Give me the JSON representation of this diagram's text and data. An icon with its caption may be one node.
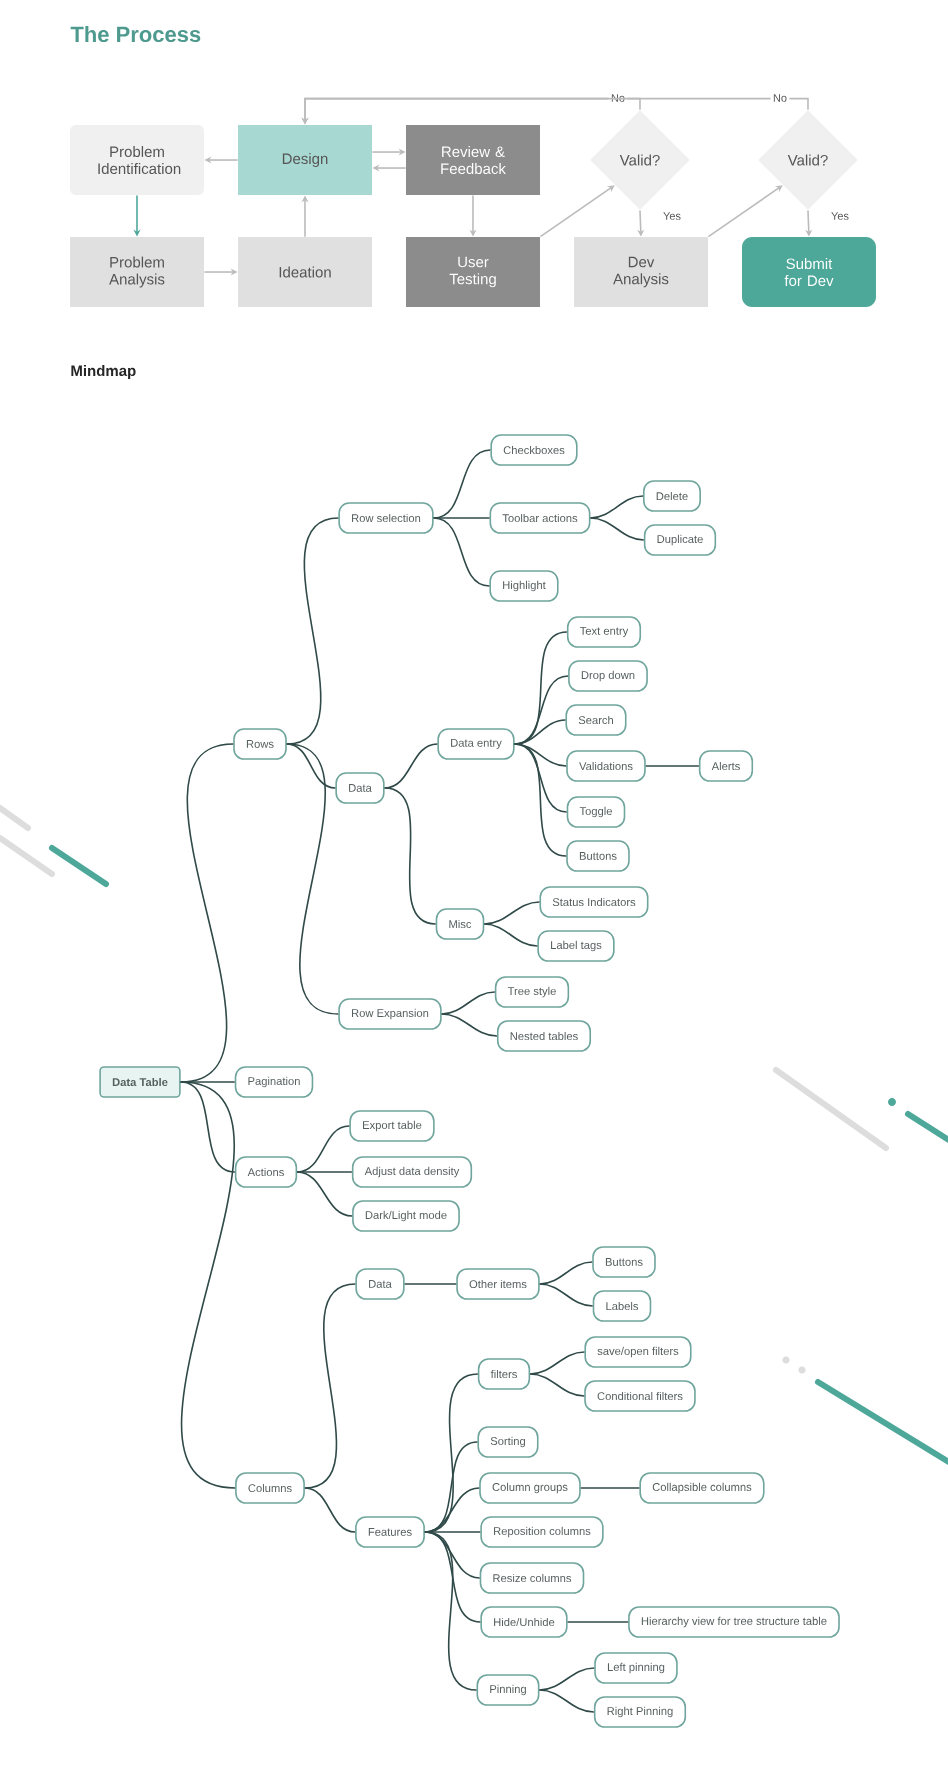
{
  "diagram": {
    "title": "The Process",
    "nodes": [
      {
        "text": [
          "Problem Identification"
        ]
      },
      {
        "text": [
          "Design"
        ]
      },
      {
        "text": [
          "Review & Feedback"
        ]
      },
      {
        "text": [
          "Valid?"
        ]
      },
      {
        "text": [
          "Valid?"
        ]
      },
      {
        "text": [
          "Problem Analysis"
        ]
      },
      {
        "text": [
          "Ideation"
        ]
      },
      {
        "text": [
          "User Testing"
        ]
      },
      {
        "text": [
          "Dev Analysis"
        ]
      },
      {
        "text": [
          "Submit for Dev"
        ]
      },
      {
        "text": [
          "Data Table"
        ]
      },
      {
        "text": [
          "Rows"
        ]
      },
      {
        "text": [
          "Row selection"
        ]
      },
      {
        "text": [
          "Checkboxes"
        ]
      },
      {
        "text": [
          "Toolbar actions"
        ]
      },
      {
        "text": [
          "Delete"
        ]
      },
      {
        "text": [
          "Duplicate"
        ]
      },
      {
        "text": [
          "Highlight"
        ]
      },
      {
        "text": [
          "Data"
        ]
      },
      {
        "text": [
          "Data entry"
        ]
      },
      {
        "text": [
          "Text entry"
        ]
      },
      {
        "text": [
          "Drop down"
        ]
      },
      {
        "text": [
          "Search"
        ]
      },
      {
        "text": [
          "Validations"
        ]
      },
      {
        "text": [
          "Alerts"
        ]
      },
      {
        "text": [
          "Toggle"
        ]
      },
      {
        "text": [
          "Buttons"
        ]
      },
      {
        "text": [
          "Misc"
        ]
      },
      {
        "text": [
          "Status Indicators"
        ]
      },
      {
        "text": [
          "Label tags"
        ]
      },
      {
        "text": [
          "Row Expansion"
        ]
      },
      {
        "text": [
          "Tree style"
        ]
      },
      {
        "text": [
          "Nested tables"
        ]
      },
      {
        "text": [
          "Pagination"
        ]
      },
      {
        "text": [
          "Actions"
        ]
      },
      {
        "text": [
          "Export table"
        ]
      },
      {
        "text": [
          "Adjust data density"
        ]
      },
      {
        "text": [
          "Dark/Light mode"
        ]
      },
      {
        "text": [
          "Columns"
        ]
      },
      {
        "text": [
          "Data"
        ]
      },
      {
        "text": [
          "Other items"
        ]
      },
      {
        "text": [
          "Buttons"
        ]
      },
      {
        "text": [
          "Labels"
        ]
      },
      {
        "text": [
          "Features"
        ]
      },
      {
        "text": [
          "filters"
        ]
      },
      {
        "text": [
          "save/open filters"
        ]
      },
      {
        "text": [
          "Conditional filters"
        ]
      },
      {
        "text": [
          "Sorting"
        ]
      },
      {
        "text": [
          "Column groups"
        ]
      },
      {
        "text": [
          "Collapsible columns"
        ]
      },
      {
        "text": [
          "Reposition columns"
        ]
      },
      {
        "text": [
          "Resize columns"
        ]
      },
      {
        "text": [
          "Hide/Unhide"
        ]
      },
      {
        "text": [
          "Hierarchy view for tree structure table"
        ]
      },
      {
        "text": [
          "Pinning"
        ]
      },
      {
        "text": [
          "Left pinning"
        ]
      },
      {
        "text": [
          "Right Pinning"
        ]
      }
    ],
    "edges": [
      {
        "from": 1,
        "to": 0,
        "arrow": "to",
        "color": "#bbbbbb"
      },
      {
        "from": 0,
        "to": 5,
        "arrow": "to",
        "color": "#4ea89a"
      },
      {
        "from": 5,
        "to": 6,
        "arrow": "to",
        "color": "#bbbbbb"
      },
      {
        "from": 6,
        "to": 1,
        "arrow": "to",
        "color": "#bbbbbb"
      },
      {
        "from": 1,
        "to": 2,
        "arrow": "to",
        "color": "#bbbbbb"
      },
      {
        "from": 2,
        "to": 1,
        "arrow": "to",
        "color": "#bbbbbb"
      },
      {
        "from": 2,
        "to": 7,
        "arrow": "to",
        "color": "#bbbbbb"
      },
      {
        "from": 7,
        "to": 3,
        "arrow": "to",
        "color": "#bbbbbb"
      },
      {
        "from": 3,
        "to": 8,
        "arrow": "to",
        "label": "Yes",
        "color": "#bbbbbb"
      },
      {
        "from": 3,
        "to": 1,
        "arrow": "to",
        "label": "No",
        "color": "#bbbbbb"
      },
      {
        "from": 8,
        "to": 4,
        "arrow": "to",
        "color": "#bbbbbb"
      },
      {
        "from": 4,
        "to": 9,
        "arrow": "to",
        "label": "Yes",
        "color": "#bbbbbb"
      },
      {
        "from": 4,
        "to": 1,
        "arrow": "to",
        "label": "No",
        "color": "#bbbbbb"
      },
      {
        "from": 10,
        "to": 11,
        "arrow": "none"
      },
      {
        "from": 11,
        "to": 12,
        "arrow": "none"
      },
      {
        "from": 12,
        "to": 13,
        "arrow": "none"
      },
      {
        "from": 12,
        "to": 14,
        "arrow": "none"
      },
      {
        "from": 14,
        "to": 15,
        "arrow": "none"
      },
      {
        "from": 14,
        "to": 16,
        "arrow": "none"
      },
      {
        "from": 12,
        "to": 17,
        "arrow": "none"
      },
      {
        "from": 11,
        "to": 18,
        "arrow": "none"
      },
      {
        "from": 18,
        "to": 19,
        "arrow": "none"
      },
      {
        "from": 19,
        "to": 20,
        "arrow": "none"
      },
      {
        "from": 19,
        "to": 21,
        "arrow": "none"
      },
      {
        "from": 19,
        "to": 22,
        "arrow": "none"
      },
      {
        "from": 19,
        "to": 23,
        "arrow": "none"
      },
      {
        "from": 23,
        "to": 24,
        "arrow": "none"
      },
      {
        "from": 19,
        "to": 25,
        "arrow": "none"
      },
      {
        "from": 19,
        "to": 26,
        "arrow": "none"
      },
      {
        "from": 18,
        "to": 27,
        "arrow": "none"
      },
      {
        "from": 27,
        "to": 28,
        "arrow": "none"
      },
      {
        "from": 27,
        "to": 29,
        "arrow": "none"
      },
      {
        "from": 11,
        "to": 30,
        "arrow": "none"
      },
      {
        "from": 30,
        "to": 31,
        "arrow": "none"
      },
      {
        "from": 30,
        "to": 32,
        "arrow": "none"
      },
      {
        "from": 10,
        "to": 33,
        "arrow": "none"
      },
      {
        "from": 10,
        "to": 34,
        "arrow": "none"
      },
      {
        "from": 34,
        "to": 35,
        "arrow": "none"
      },
      {
        "from": 34,
        "to": 36,
        "arrow": "none"
      },
      {
        "from": 34,
        "to": 37,
        "arrow": "none"
      },
      {
        "from": 10,
        "to": 38,
        "arrow": "none"
      },
      {
        "from": 38,
        "to": 39,
        "arrow": "none"
      },
      {
        "from": 39,
        "to": 40,
        "arrow": "none"
      },
      {
        "from": 40,
        "to": 41,
        "arrow": "none"
      },
      {
        "from": 40,
        "to": 42,
        "arrow": "none"
      },
      {
        "from": 38,
        "to": 43,
        "arrow": "none"
      },
      {
        "from": 43,
        "to": 44,
        "arrow": "none"
      },
      {
        "from": 44,
        "to": 45,
        "arrow": "none"
      },
      {
        "from": 44,
        "to": 46,
        "arrow": "none"
      },
      {
        "from": 43,
        "to": 47,
        "arrow": "none"
      },
      {
        "from": 43,
        "to": 48,
        "arrow": "none"
      },
      {
        "from": 48,
        "to": 49,
        "arrow": "none"
      },
      {
        "from": 43,
        "to": 50,
        "arrow": "none"
      },
      {
        "from": 43,
        "to": 51,
        "arrow": "none"
      },
      {
        "from": 43,
        "to": 52,
        "arrow": "none"
      },
      {
        "from": 52,
        "to": 53,
        "arrow": "none"
      },
      {
        "from": 43,
        "to": 54,
        "arrow": "none"
      },
      {
        "from": 54,
        "to": 55,
        "arrow": "none"
      },
      {
        "from": 54,
        "to": 56,
        "arrow": "none"
      }
    ],
    "labels": [
      "Mindmap"
    ]
  }
}
